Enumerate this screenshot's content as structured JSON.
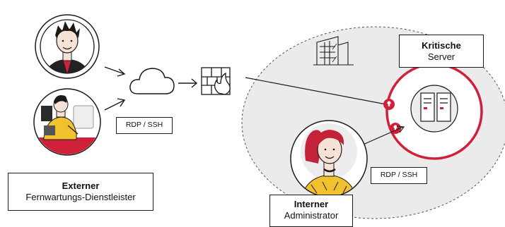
{
  "labels": {
    "rdp_external": "RDP / SSH",
    "rdp_internal": "RDP / SSH"
  },
  "external": {
    "title": "Externer",
    "subtitle": "Fernwartungs-Dienstleister"
  },
  "internal": {
    "title": "Interner",
    "subtitle": "Administrator"
  },
  "server": {
    "title": "Kritische",
    "subtitle": "Server"
  },
  "icons": [
    "person-avatar-icon",
    "remote-worker-icon",
    "cloud-icon",
    "firewall-icon",
    "building-icon",
    "server-icon",
    "lock-icon",
    "admin-avatar-icon"
  ],
  "colors": {
    "accent": "#d0203a",
    "zone": "#ebebeb",
    "stroke": "#1a1a1a",
    "skin": "#f3d6c4",
    "yellow": "#f2c12e",
    "hair": "#c2223a"
  }
}
